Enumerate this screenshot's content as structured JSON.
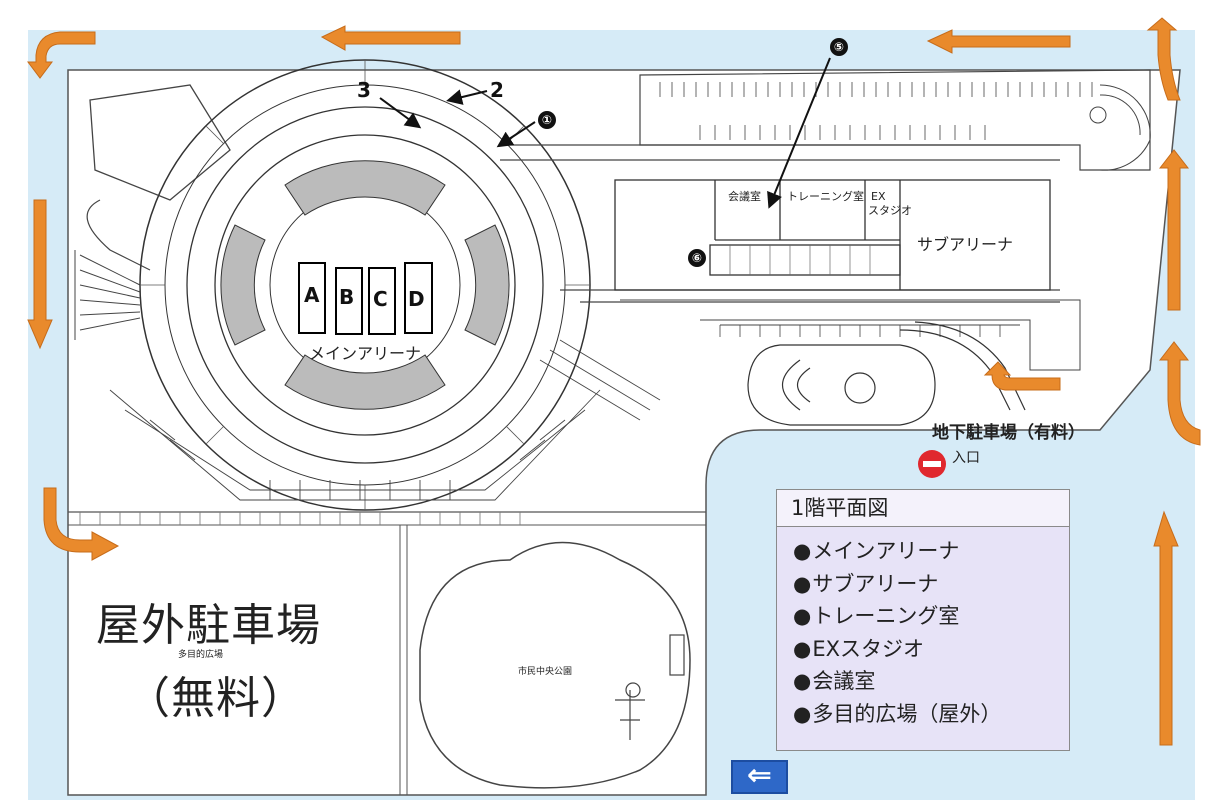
{
  "labels": {
    "main_arena": "メインアリーナ",
    "sub_arena": "サブアリーナ",
    "meeting_room": "会議室",
    "training_room": "トレーニング室",
    "ex_studio_1": "EX",
    "ex_studio_2": "スタジオ",
    "outdoor_parking_line1": "屋外駐車場",
    "outdoor_parking_sub": "多目的広場",
    "outdoor_parking_line2": "（無料）",
    "underground_parking": "地下駐車場（有料）",
    "entrance": "入口",
    "park": "市民中央公園"
  },
  "seat_blocks": [
    "A",
    "B",
    "C",
    "D"
  ],
  "markers": {
    "m1": "①",
    "m2": "2",
    "m3": "3",
    "m5": "⑤",
    "m6": "⑥"
  },
  "legend": {
    "title": "1階平面図",
    "items": [
      "メインアリーナ",
      "サブアリーナ",
      "トレーニング室",
      "EXスタジオ",
      "会議室",
      "多目的広場（屋外）"
    ]
  },
  "back_button": "⇐",
  "colors": {
    "road": "#d6ebf7",
    "arrow": "#e98a2c",
    "no_entry": "#e0282e",
    "legend_bg": "#e7e3f7",
    "back_button": "#2e68c8"
  },
  "icons": [
    "traffic-arrow-icon",
    "no-entry-icon",
    "back-arrow-icon"
  ]
}
